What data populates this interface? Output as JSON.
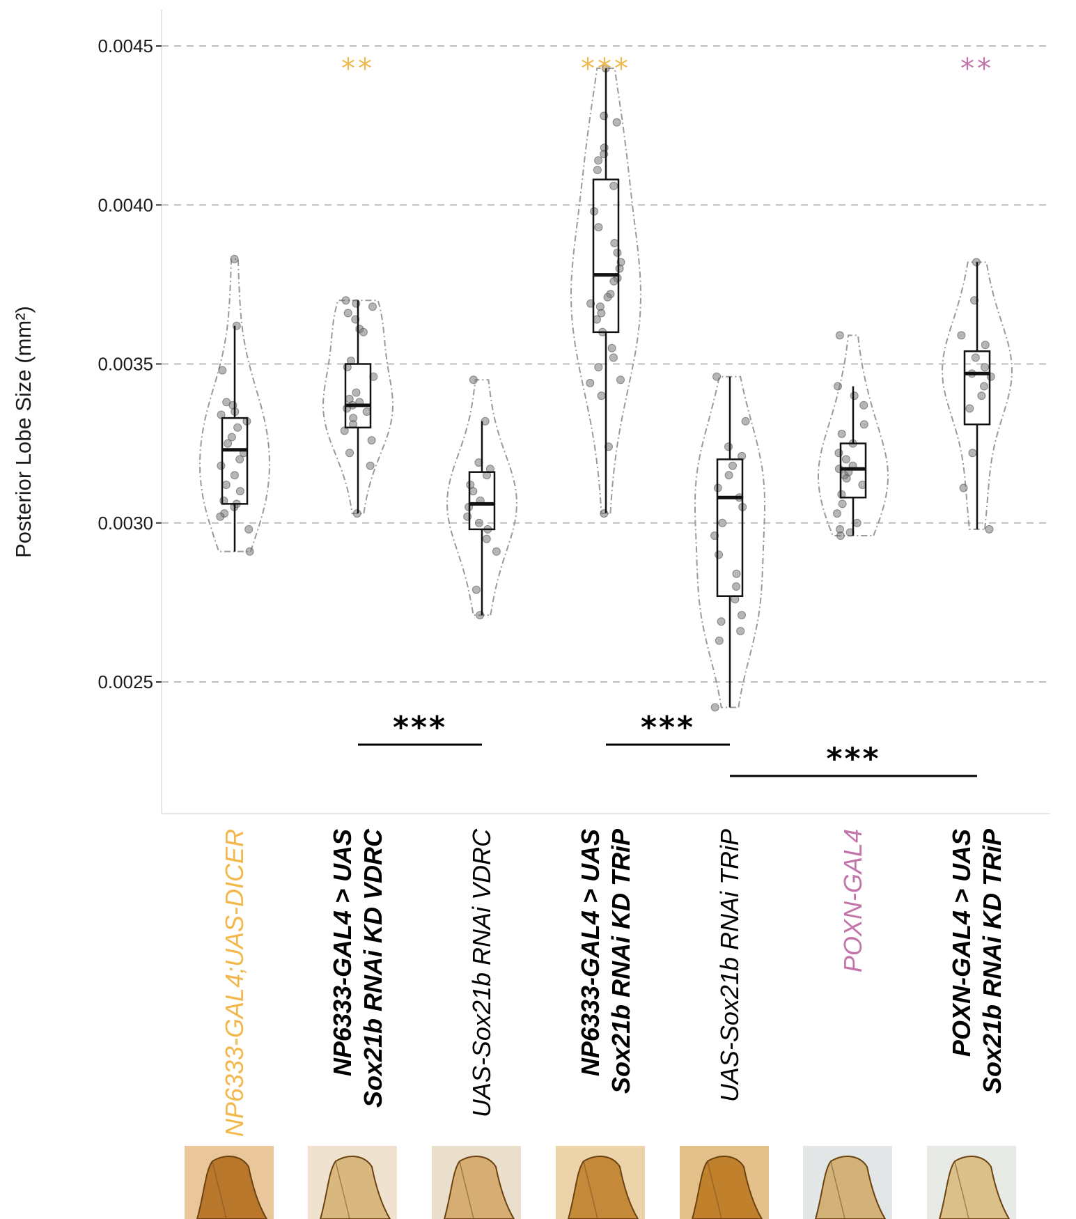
{
  "chart_data": {
    "type": "violin-box-jitter",
    "ylabel": "Posterior Lobe Size (mm²)",
    "ylim": [
      0.0021,
      0.0046
    ],
    "yticks": [
      "0.0025",
      "0.0030",
      "0.0035",
      "0.0040",
      "0.0045"
    ],
    "grid": "horizontal dashed",
    "groups": [
      {
        "label": "NP6333-GAL4;UAS-DICER",
        "label_lines": [
          "NP6333-GAL4;UAS-DICER"
        ],
        "label_color": "#f2b84b",
        "label_bold": false,
        "violin_range": [
          0.00291,
          0.00383
        ],
        "box": {
          "min": 0.00291,
          "q1": 0.00306,
          "median": 0.00323,
          "q3": 0.00333,
          "max": 0.00362
        },
        "points": [
          0.00383,
          0.00362,
          0.00348,
          0.00338,
          0.00337,
          0.00335,
          0.00334,
          0.00332,
          0.0033,
          0.00327,
          0.00325,
          0.00322,
          0.0032,
          0.00318,
          0.00315,
          0.00312,
          0.0031,
          0.00307,
          0.00306,
          0.00305,
          0.00303,
          0.00302,
          0.00298,
          0.00291
        ]
      },
      {
        "label": "NP6333-GAL4 > UAS Sox21b RNAi KD VDRC",
        "label_lines": [
          "NP6333-GAL4 > UAS",
          "Sox21b RNAi KD VDRC"
        ],
        "label_color": "#000000",
        "label_bold": true,
        "violin_range": [
          0.00303,
          0.0037
        ],
        "box": {
          "min": 0.00303,
          "q1": 0.0033,
          "median": 0.00337,
          "q3": 0.0035,
          "max": 0.0037
        },
        "points": [
          0.0037,
          0.00369,
          0.00368,
          0.00366,
          0.00364,
          0.00361,
          0.0036,
          0.00351,
          0.00349,
          0.00346,
          0.00341,
          0.00339,
          0.00338,
          0.00337,
          0.00336,
          0.00335,
          0.00333,
          0.00331,
          0.00329,
          0.00326,
          0.00322,
          0.00318,
          0.00303
        ]
      },
      {
        "label": "UAS-Sox21b RNAi VDRC",
        "label_lines": [
          "UAS-Sox21b RNAi VDRC"
        ],
        "label_color": "#000000",
        "label_bold": false,
        "violin_range": [
          0.00271,
          0.00345
        ],
        "box": {
          "min": 0.00271,
          "q1": 0.00298,
          "median": 0.00306,
          "q3": 0.00316,
          "max": 0.00332
        },
        "points": [
          0.00345,
          0.00332,
          0.00319,
          0.00317,
          0.00315,
          0.00312,
          0.0031,
          0.00307,
          0.00305,
          0.00302,
          0.003,
          0.00298,
          0.00295,
          0.00291,
          0.00279,
          0.00271
        ]
      },
      {
        "label": "NP6333-GAL4 > UAS Sox21b RNAi KD TRiP",
        "label_lines": [
          "NP6333-GAL4 > UAS",
          "Sox21b RNAi KD TRiP"
        ],
        "label_color": "#000000",
        "label_bold": true,
        "violin_range": [
          0.00303,
          0.00443
        ],
        "box": {
          "min": 0.00303,
          "q1": 0.0036,
          "median": 0.00378,
          "q3": 0.00408,
          "max": 0.00443
        },
        "points": [
          0.00443,
          0.00428,
          0.00426,
          0.00418,
          0.00416,
          0.00414,
          0.00411,
          0.00406,
          0.00398,
          0.00393,
          0.00388,
          0.00385,
          0.00382,
          0.0038,
          0.00377,
          0.00376,
          0.00372,
          0.00371,
          0.00369,
          0.00368,
          0.00366,
          0.00364,
          0.0036,
          0.00355,
          0.00352,
          0.00349,
          0.00345,
          0.00344,
          0.0034,
          0.00324,
          0.00303
        ]
      },
      {
        "label": "UAS-Sox21b RNAi TRiP",
        "label_lines": [
          "UAS-Sox21b RNAi TRiP"
        ],
        "label_color": "#000000",
        "label_bold": false,
        "violin_range": [
          0.00242,
          0.00346
        ],
        "box": {
          "min": 0.00242,
          "q1": 0.00277,
          "median": 0.00308,
          "q3": 0.0032,
          "max": 0.00346
        },
        "points": [
          0.00346,
          0.00332,
          0.00324,
          0.00321,
          0.00318,
          0.00315,
          0.00311,
          0.00308,
          0.00305,
          0.003,
          0.00296,
          0.0029,
          0.00284,
          0.0028,
          0.00276,
          0.00271,
          0.00269,
          0.00266,
          0.00263,
          0.00242
        ]
      },
      {
        "label": "POXN-GAL4",
        "label_lines": [
          "POXN-GAL4"
        ],
        "label_color": "#c275a9",
        "label_bold": false,
        "violin_range": [
          0.00296,
          0.00359
        ],
        "box": {
          "min": 0.00296,
          "q1": 0.00308,
          "median": 0.00317,
          "q3": 0.00325,
          "max": 0.00343
        },
        "points": [
          0.00359,
          0.00343,
          0.0034,
          0.00337,
          0.00331,
          0.00328,
          0.00325,
          0.00322,
          0.0032,
          0.00318,
          0.00317,
          0.00316,
          0.00315,
          0.00314,
          0.00312,
          0.00309,
          0.00306,
          0.00303,
          0.003,
          0.00298,
          0.00297,
          0.00296
        ]
      },
      {
        "label": "POXN-GAL4 > UAS Sox21b RNAi KD TRiP",
        "label_lines": [
          "POXN-GAL4 > UAS",
          "Sox21b RNAi KD TRiP"
        ],
        "label_color": "#000000",
        "label_bold": true,
        "violin_range": [
          0.00298,
          0.00382
        ],
        "box": {
          "min": 0.00298,
          "q1": 0.00331,
          "median": 0.00347,
          "q3": 0.00354,
          "max": 0.00382
        },
        "points": [
          0.00382,
          0.0037,
          0.00359,
          0.00356,
          0.00352,
          0.00349,
          0.00347,
          0.00346,
          0.00343,
          0.0034,
          0.00336,
          0.00322,
          0.00311,
          0.00298
        ]
      }
    ],
    "top_annotations": [
      {
        "group": 1,
        "text": "**",
        "color": "#f2b84b"
      },
      {
        "group": 3,
        "text": "***",
        "color": "#f2b84b"
      },
      {
        "group": 6,
        "text": "**",
        "color": "#c275a9"
      }
    ],
    "comparisons": [
      {
        "from": 1,
        "to": 2,
        "text": "***",
        "level": 0
      },
      {
        "from": 3,
        "to": 4,
        "text": "***",
        "level": 0
      },
      {
        "from": 4,
        "to": 6,
        "text": "***",
        "level": 1
      }
    ]
  },
  "thumbnails": [
    {
      "name": "thumb-np6333-dicer",
      "bg": "#e9c79a",
      "lobe": "#b9772c"
    },
    {
      "name": "thumb-np6333-vdrc-kd",
      "bg": "#efe3cf",
      "lobe": "#d9b880"
    },
    {
      "name": "thumb-uas-vdrc",
      "bg": "#eadfcd",
      "lobe": "#d6ae74"
    },
    {
      "name": "thumb-np6333-trip-kd",
      "bg": "#ecd3aa",
      "lobe": "#c48a3a"
    },
    {
      "name": "thumb-uas-trip",
      "bg": "#e4c08a",
      "lobe": "#c1802c"
    },
    {
      "name": "thumb-poxn",
      "bg": "#e3e6e6",
      "lobe": "#d2b278"
    },
    {
      "name": "thumb-poxn-kd",
      "bg": "#e8eae6",
      "lobe": "#dcc08a"
    }
  ]
}
